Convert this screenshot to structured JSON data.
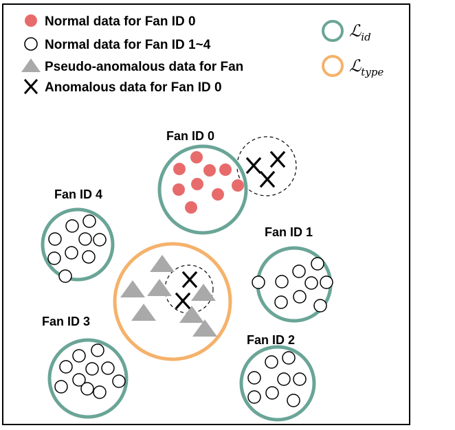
{
  "legend": {
    "items": [
      {
        "marker": "filled-red-circle",
        "label": "Normal data for Fan ID 0"
      },
      {
        "marker": "open-circle",
        "label": "Normal data for Fan ID 1~4"
      },
      {
        "marker": "gray-triangle",
        "label": "Pseudo-anomalous data for Fan"
      },
      {
        "marker": "x-mark",
        "label": "Anomalous data for Fan ID 0"
      }
    ],
    "loss_id": {
      "symbol": "ℒ",
      "subscript": "id",
      "color": "#6aa597"
    },
    "loss_type": {
      "symbol": "ℒ",
      "subscript": "type",
      "color": "#f5b26b"
    }
  },
  "clusters": {
    "fan0": "Fan ID 0",
    "fan1": "Fan ID 1",
    "fan2": "Fan ID 2",
    "fan3": "Fan ID 3",
    "fan4": "Fan ID 4"
  },
  "colors": {
    "teal": "#6aa597",
    "orange": "#f5b26b",
    "red_dot": "#e86b6b",
    "triangle": "#a9a9a9"
  }
}
